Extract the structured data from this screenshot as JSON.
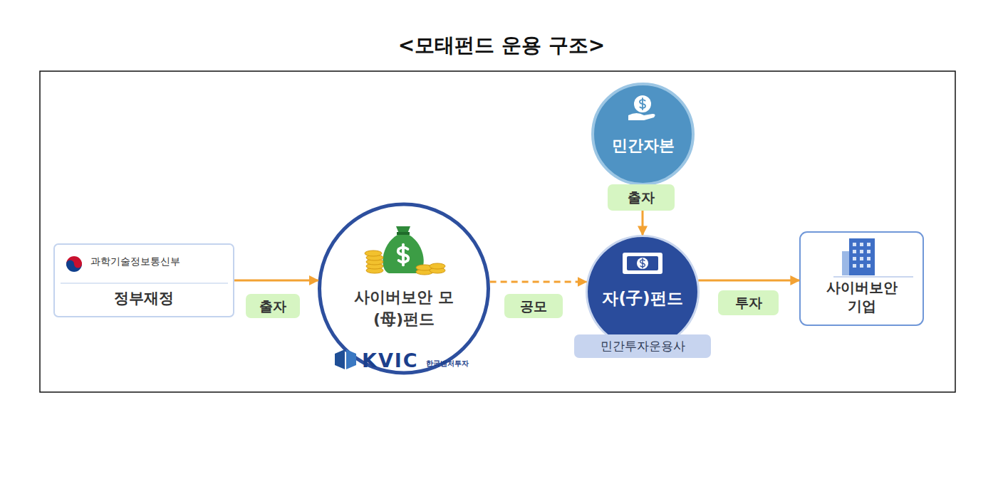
{
  "diagram": {
    "title": "<모태펀드 운용 구조>",
    "nodes": [
      {
        "text": [
          "과학기술정보통신부",
          "정부재정"
        ]
      },
      {
        "text": [
          "사이버보안 모(母)펀드"
        ]
      },
      {
        "text": [
          "민간자본"
        ]
      },
      {
        "text": [
          "자(子)펀드",
          "민간투자운용사"
        ]
      },
      {
        "text": [
          "사이버보안 기업"
        ]
      }
    ],
    "edges": [
      {
        "from": 0,
        "to": 1,
        "label": "출자",
        "arrow": "to"
      },
      {
        "from": 1,
        "to": 3,
        "label": "공모",
        "arrow": "to"
      },
      {
        "from": 2,
        "to": 3,
        "label": "출자",
        "arrow": "to"
      },
      {
        "from": 3,
        "to": 4,
        "label": "투자",
        "arrow": "to"
      }
    ],
    "labels": [
      "KVIC",
      "한국벤처투자"
    ]
  }
}
